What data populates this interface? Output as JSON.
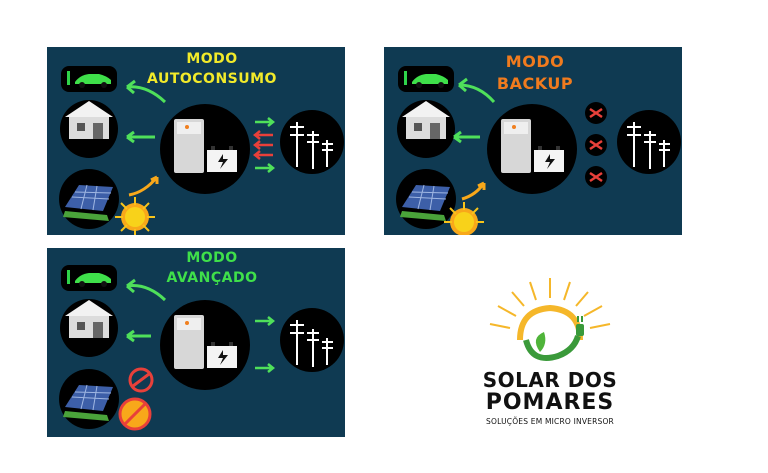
{
  "panels": [
    {
      "mode_word": "MODO",
      "mode_name": "AUTOCONSUMO",
      "title_color": "#f2ea2a"
    },
    {
      "mode_word": "MODO",
      "mode_name": "BACKUP",
      "title_color": "#f07b1e"
    },
    {
      "mode_word": "MODO",
      "mode_name": "AVANÇADO",
      "title_color": "#3fe04a"
    }
  ],
  "logo": {
    "line1": "SOLAR DOS",
    "line2": "POMARES",
    "tagline": "SOLUÇÕES EM MICRO INVERSOR"
  },
  "icons": [
    "ev-car-icon",
    "house-icon",
    "solar-panel-icon",
    "sun-icon",
    "inverter-battery-icon",
    "power-grid-icon",
    "blocked-icon"
  ],
  "colors": {
    "panel_bg": "#0f3a52",
    "green_arrow": "#4fe05a",
    "red_arrow": "#e8403a",
    "sun": "#f8c41a"
  }
}
